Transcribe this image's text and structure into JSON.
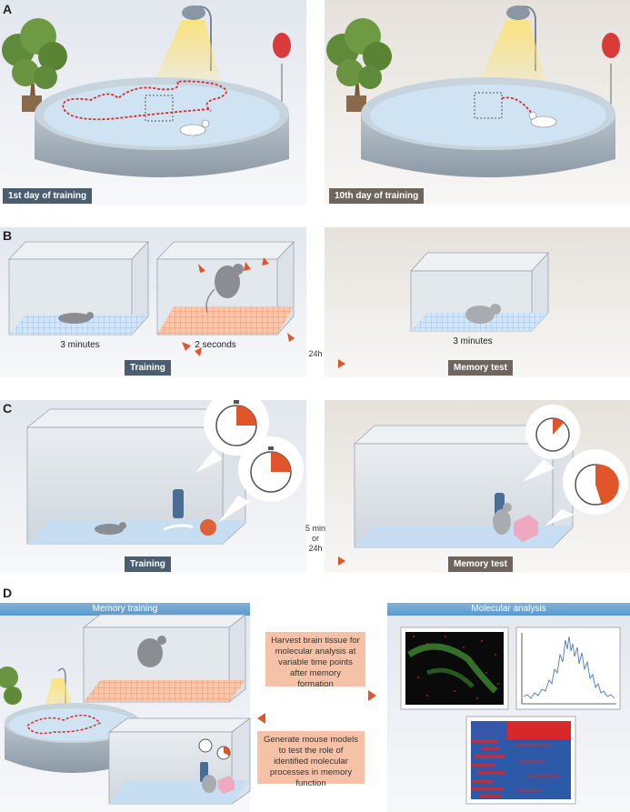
{
  "panels": {
    "a": {
      "letter": "A",
      "left_tag": "1st day of training",
      "right_tag": "10th day of training"
    },
    "b": {
      "letter": "B",
      "cap_3min_left": "3 minutes",
      "cap_2sec": "2 seconds",
      "cap_3min_right": "3 minutes",
      "delay": "24h",
      "left_tag": "Training",
      "right_tag": "Memory test"
    },
    "c": {
      "letter": "C",
      "delay_line1": "5 min",
      "delay_line2": "or",
      "delay_line3": "24h",
      "left_tag": "Training",
      "right_tag": "Memory test"
    },
    "d": {
      "letter": "D",
      "left_header": "Memory training",
      "right_header": "Molecular analysis",
      "box_top": "Harvest brain tissue for molecular analysis at variable time points after memory formation",
      "box_bottom": "Generate mouse models to test the role of identified molecular processes in memory function"
    }
  },
  "colors": {
    "accent_orange": "#e0562a",
    "water_blue": "#cfe3f3",
    "tag_blue": "#4a5e70",
    "tag_brown": "#6d655e",
    "header_blue": "#6fa8d6",
    "annotation_salmon": "#f6c2a7"
  }
}
